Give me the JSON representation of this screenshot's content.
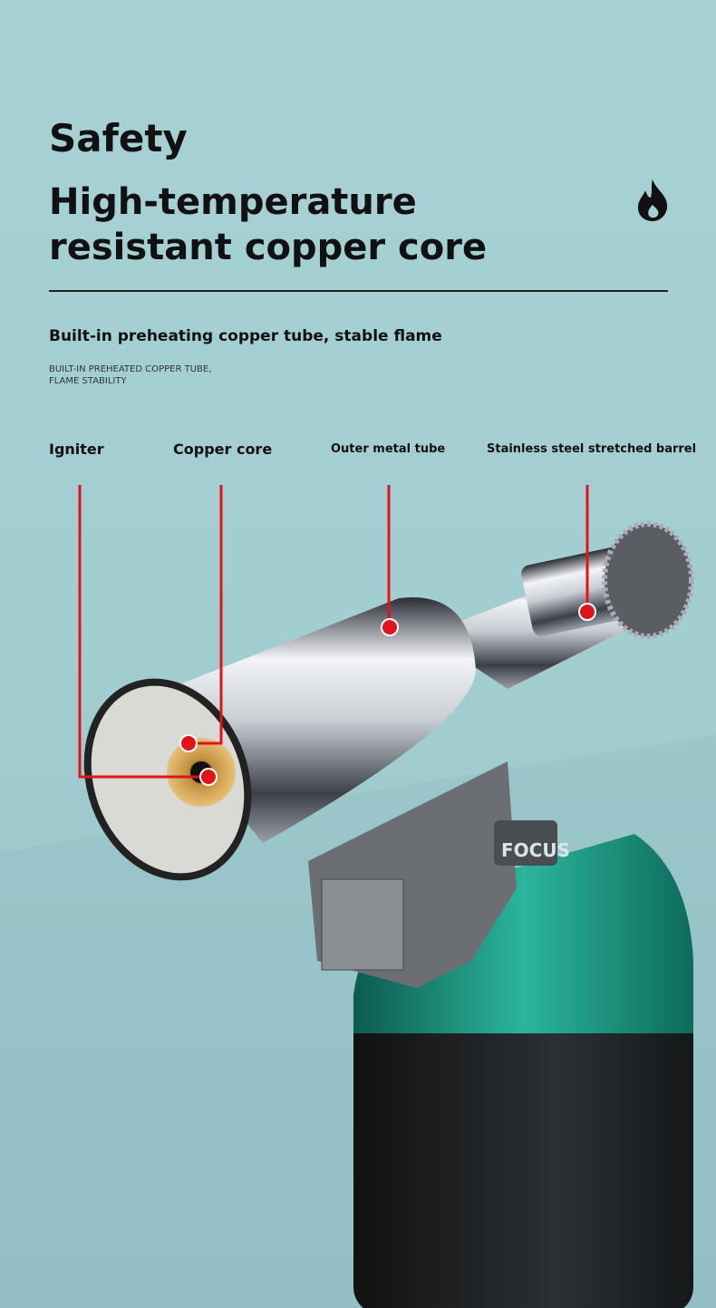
{
  "section": "Safety",
  "headline_line1": "High-temperature",
  "headline_line2": "resistant copper core",
  "subtitle": "Built-in preheating copper tube, stable flame",
  "caption_line1": "BUILT-IN PREHEATED COPPER TUBE,",
  "caption_line2": "FLAME STABILITY",
  "labels": {
    "igniter": "Igniter",
    "copper_core": "Copper core",
    "outer_tube": "Outer metal tube",
    "barrel": "Stainless steel stretched barrel"
  },
  "product_logo": "FOCUS",
  "colors": {
    "accent": "#e0141b",
    "background": "#a7d1d4",
    "body_green": "#1a9a86"
  }
}
